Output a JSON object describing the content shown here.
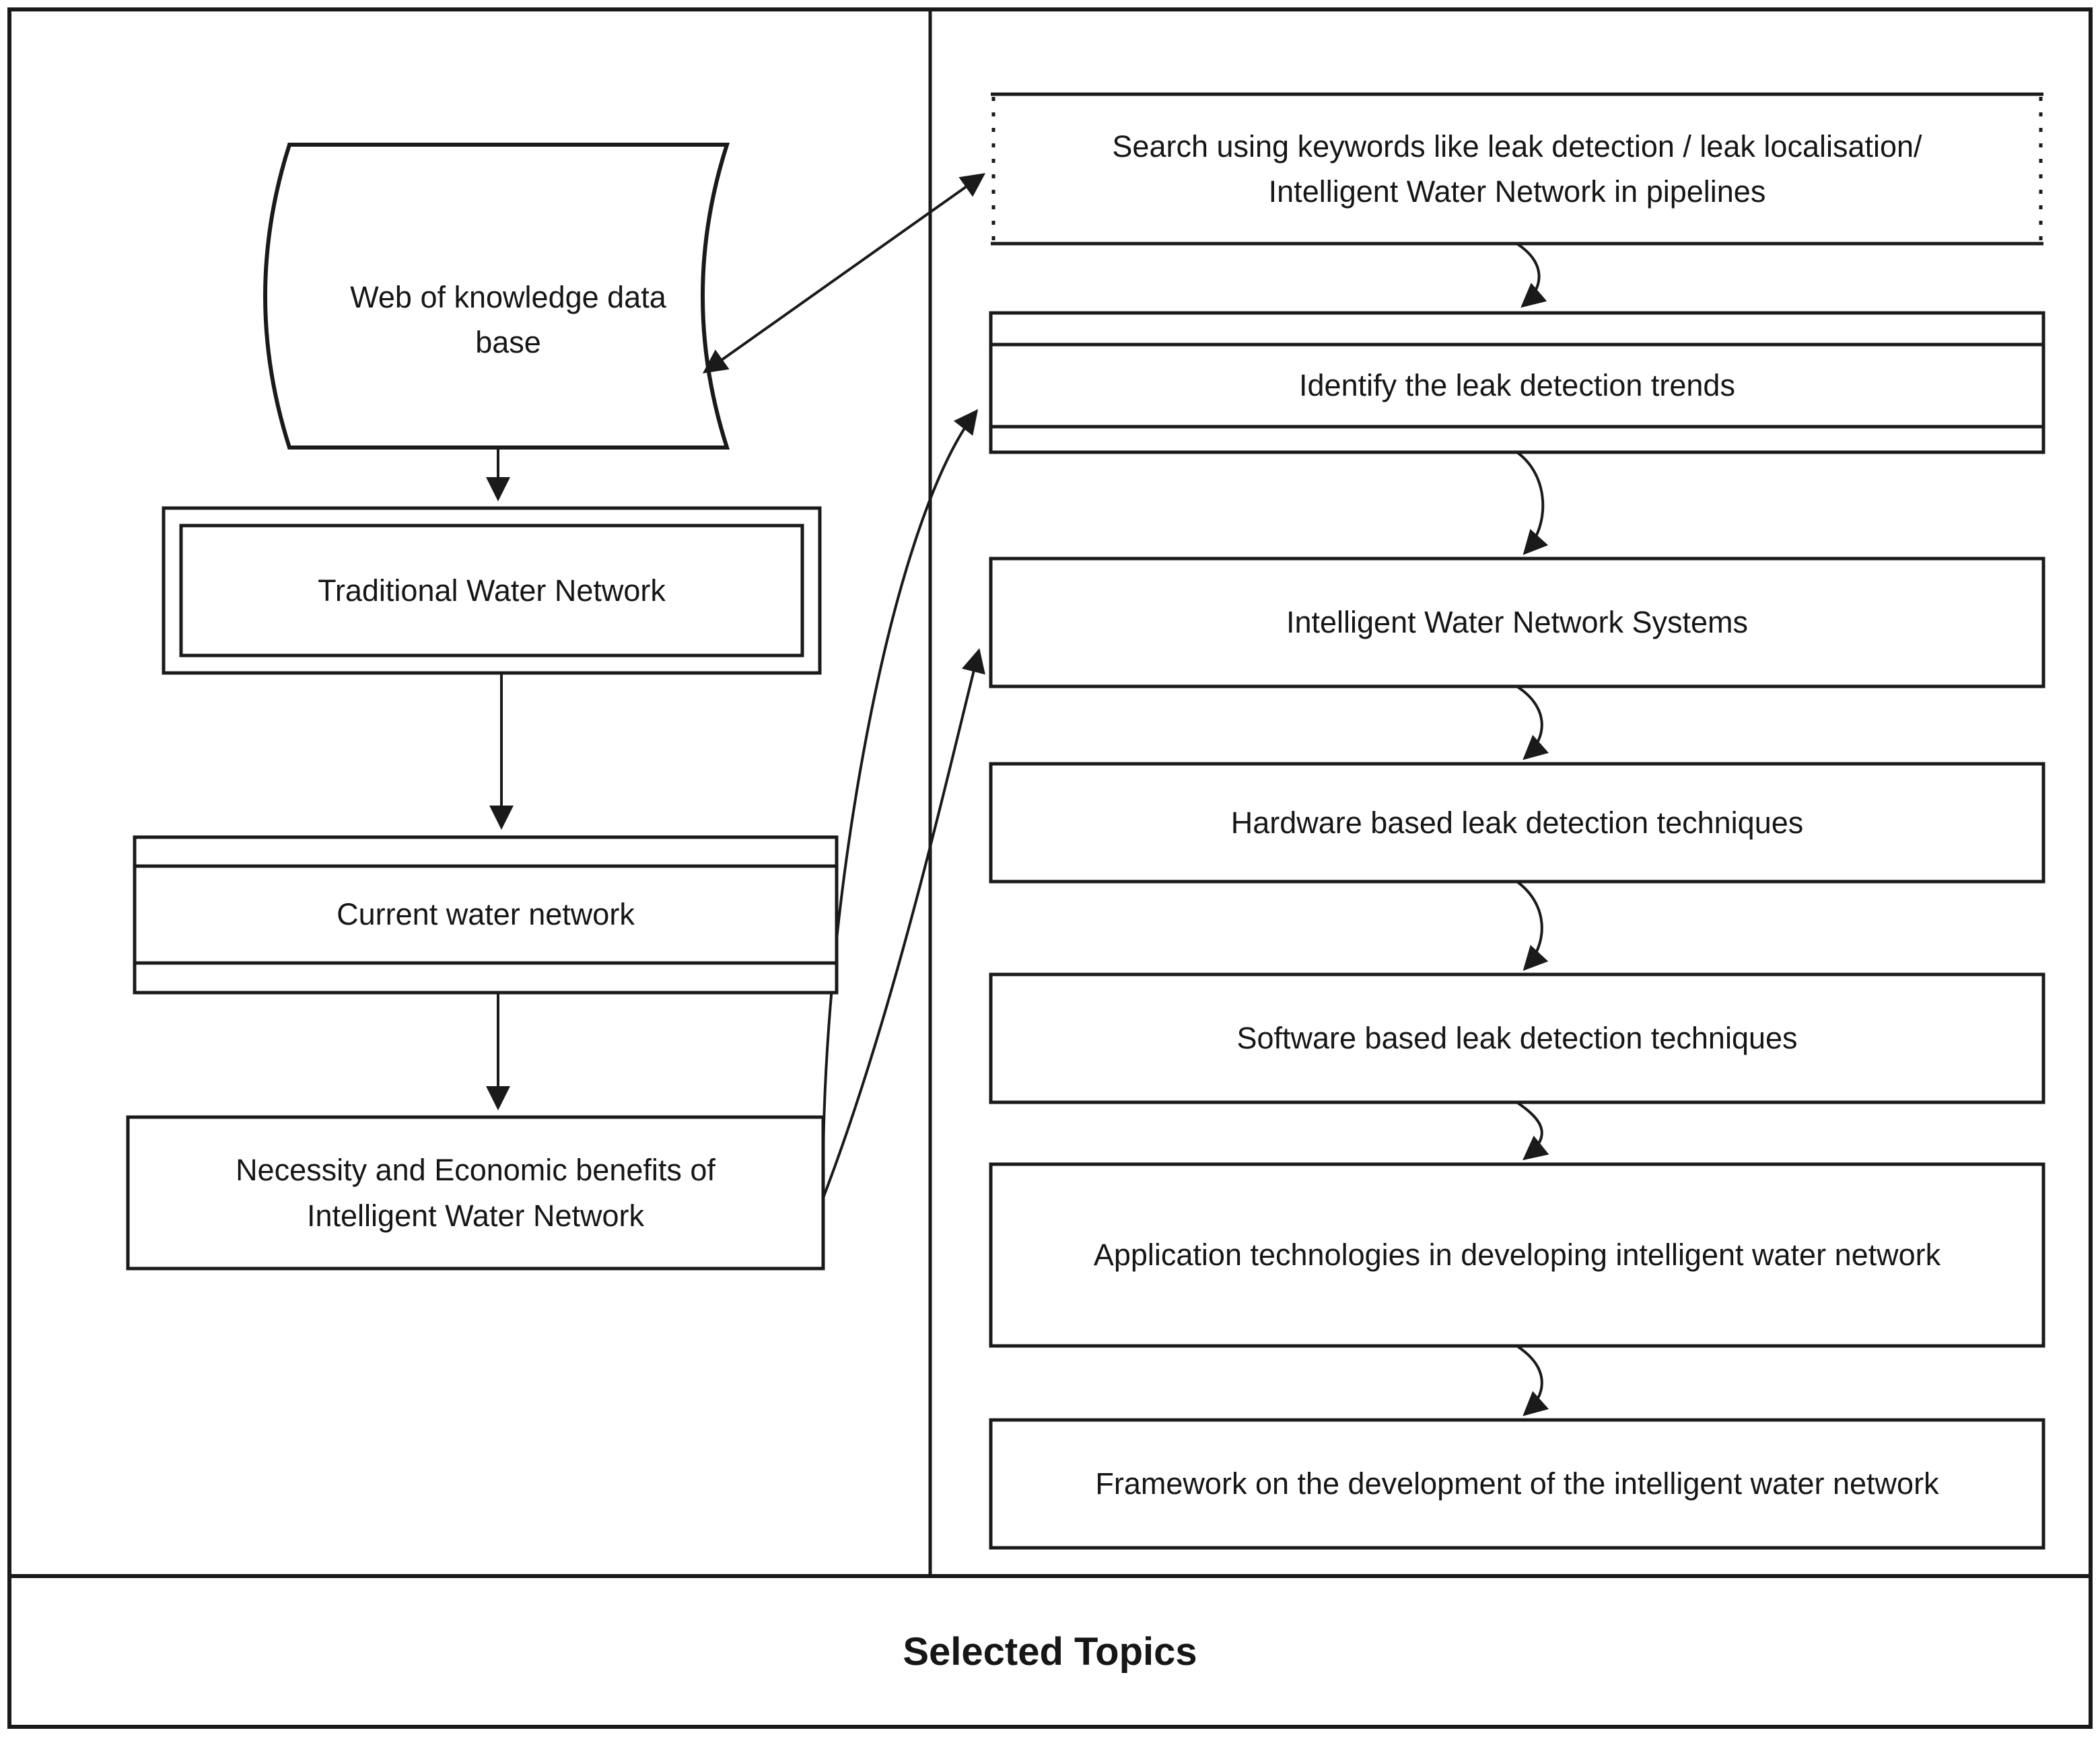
{
  "diagram": {
    "left_panel": {
      "database": {
        "line1": "Web of knowledge data",
        "line2": "base"
      },
      "traditional": {
        "label": "Traditional Water Network"
      },
      "current": {
        "label": "Current water network"
      },
      "necessity": {
        "line1": "Necessity and Economic benefits of",
        "line2": "Intelligent Water Network"
      }
    },
    "right_panel": {
      "search": {
        "line1": "Search using keywords like leak detection / leak localisation/",
        "line2": "Intelligent Water Network in pipelines"
      },
      "steps": [
        {
          "label": "Identify the leak detection trends"
        },
        {
          "label": "Intelligent Water Network Systems"
        },
        {
          "label": "Hardware based leak detection techniques"
        },
        {
          "label": "Software based leak detection techniques"
        },
        {
          "label": "Application technologies in developing intelligent water network"
        },
        {
          "label": "Framework on the development of the intelligent water network"
        }
      ]
    },
    "footer": {
      "title": "Selected Topics"
    },
    "colors": {
      "stroke": "#1a1a1a",
      "text": "#161616",
      "background": "#ffffff"
    }
  }
}
